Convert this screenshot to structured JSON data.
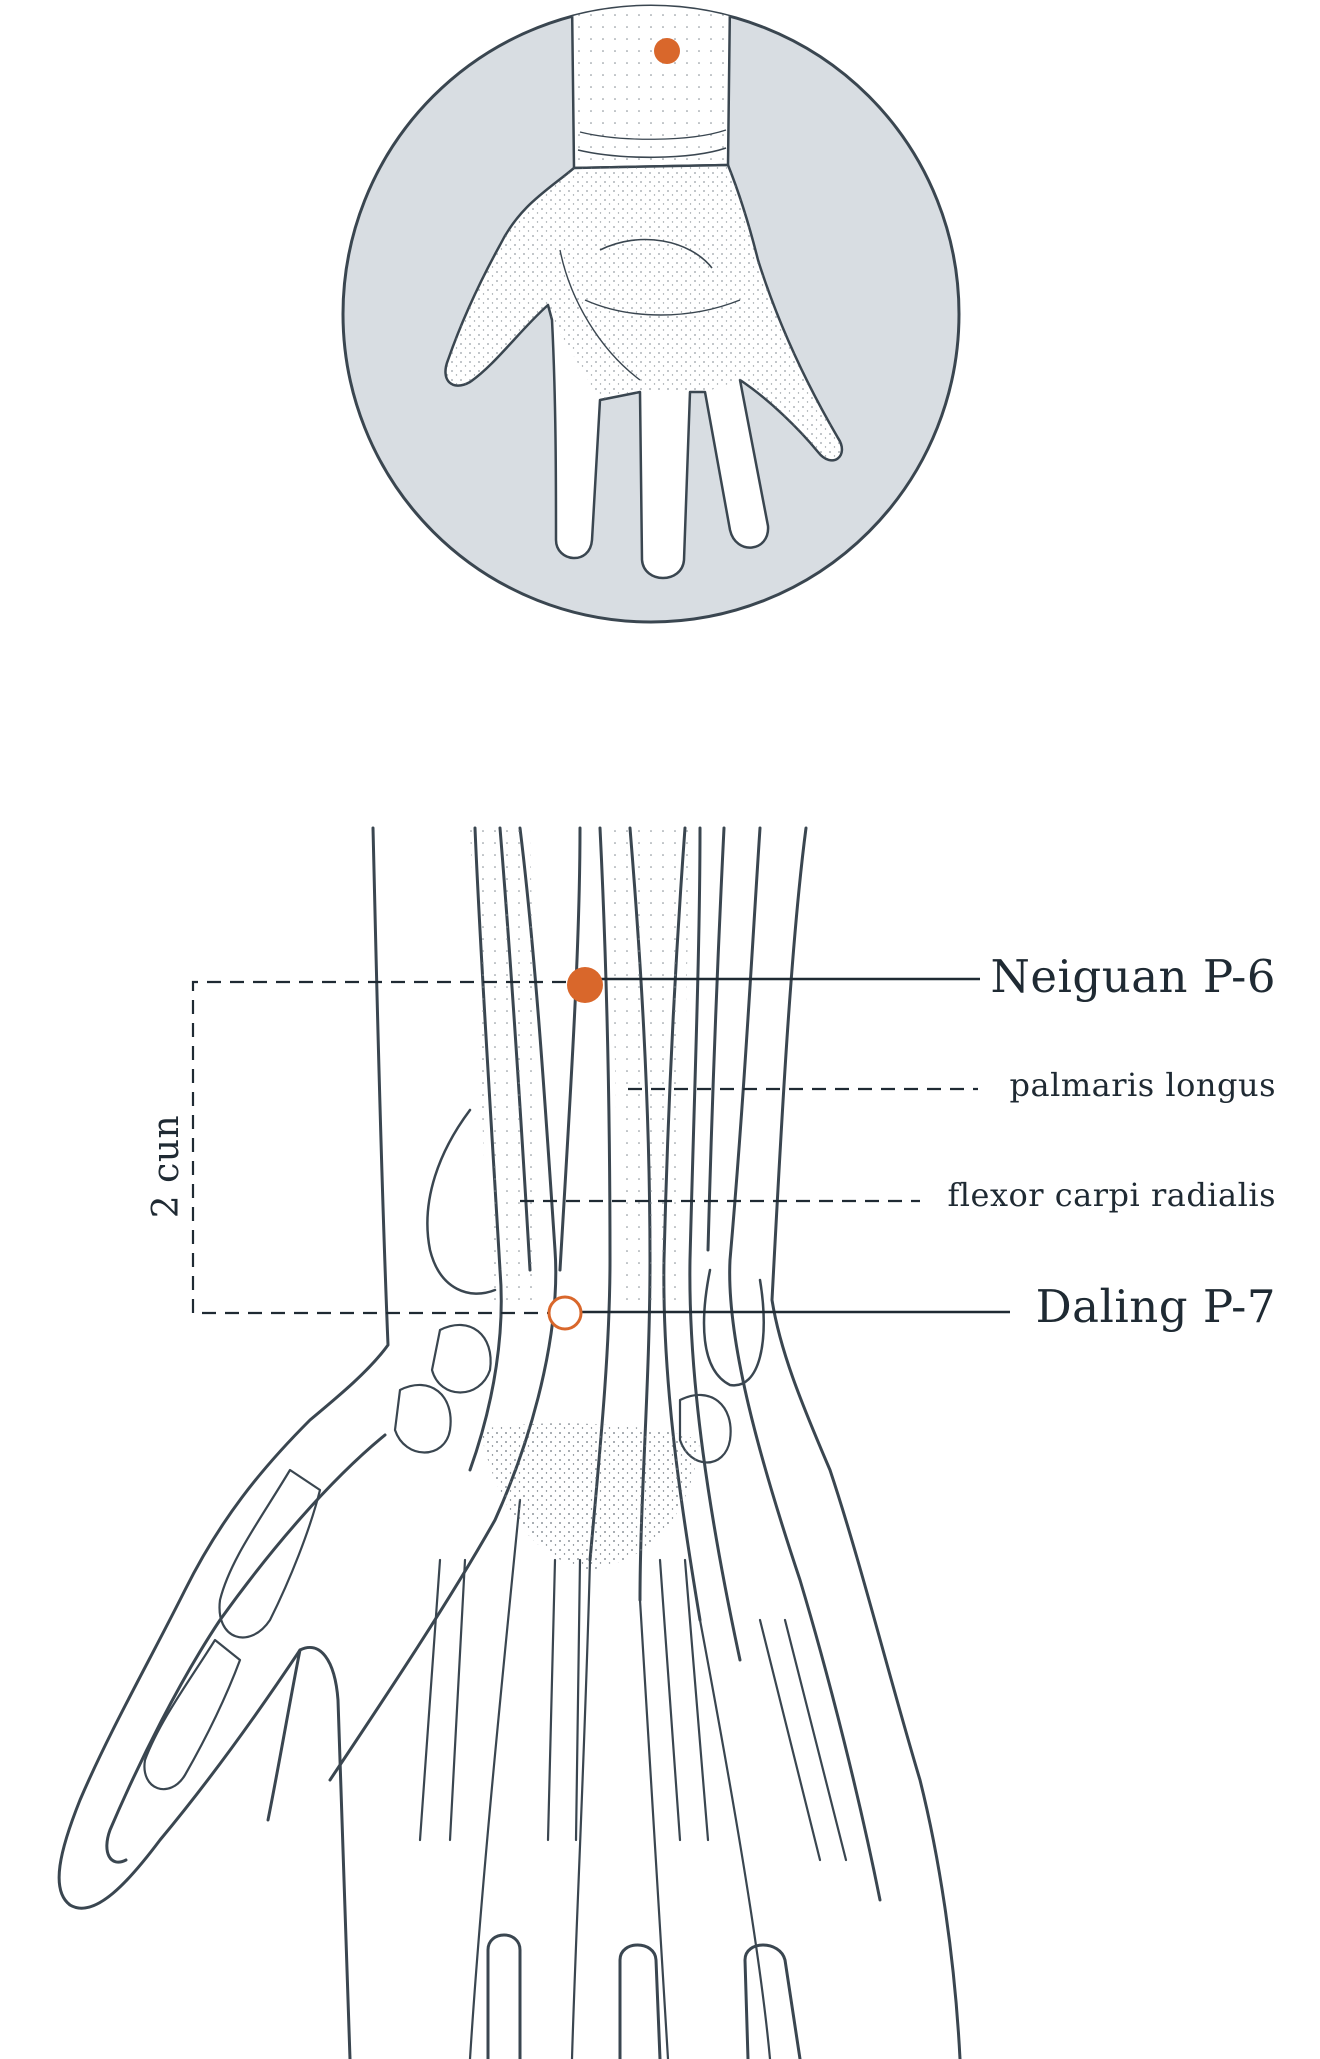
{
  "labels": {
    "neiguan": "Neiguan P-6",
    "palmaris": "palmaris longus",
    "flexor": "flexor carpi radialis",
    "daling": "Daling P-7",
    "distance": "2 cun"
  },
  "colors": {
    "accent": "#d9672b",
    "line": "#3a4650",
    "inset_fill": "#d8dde2",
    "text": "#1f2a33"
  },
  "icons": {
    "filled_point": "filled-circle-marker",
    "open_point": "open-circle-marker"
  }
}
